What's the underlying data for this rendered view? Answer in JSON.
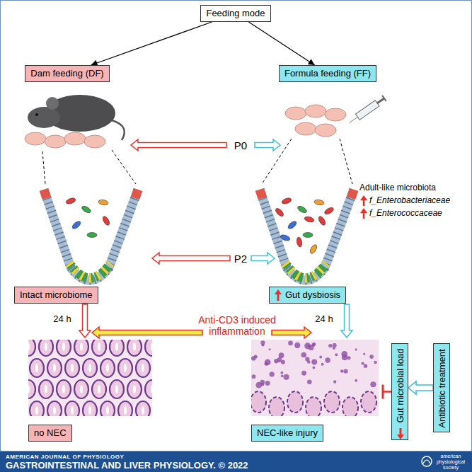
{
  "diagram": {
    "nodes": [
      {
        "text": [
          "Feeding mode"
        ]
      },
      {
        "text": [
          "Dam feeding (DF)"
        ]
      },
      {
        "text": [
          "Formula feeding (FF)"
        ]
      },
      {
        "text": [
          "Intact microbiome"
        ]
      },
      {
        "text": [
          "Gut dysbiosis"
        ]
      },
      {
        "text": [
          "Gut microbial load"
        ]
      },
      {
        "text": [
          "Antibiotic treatment"
        ]
      },
      {
        "text": [
          "no NEC"
        ]
      },
      {
        "text": [
          "NEC-like injury"
        ]
      }
    ],
    "edges": [
      {
        "from": 0,
        "to": 1,
        "arrow": "to"
      },
      {
        "from": 0,
        "to": 2,
        "arrow": "to"
      },
      {
        "from": 6,
        "to": 5,
        "arrow": "to"
      }
    ],
    "labels": [
      "P0",
      "Adult-like microbiota",
      "f_Enterobacteriaceae",
      "f_Enterococcaceae",
      "P2",
      "24 h",
      "Anti-CD3 induced inflammation",
      "24 h",
      "AMERICAN JOURNAL OF PHYSIOLOGY",
      "GASTROINTESTINAL AND LIVER PHYSIOLOGY. © 2022",
      "american physiological society"
    ]
  }
}
